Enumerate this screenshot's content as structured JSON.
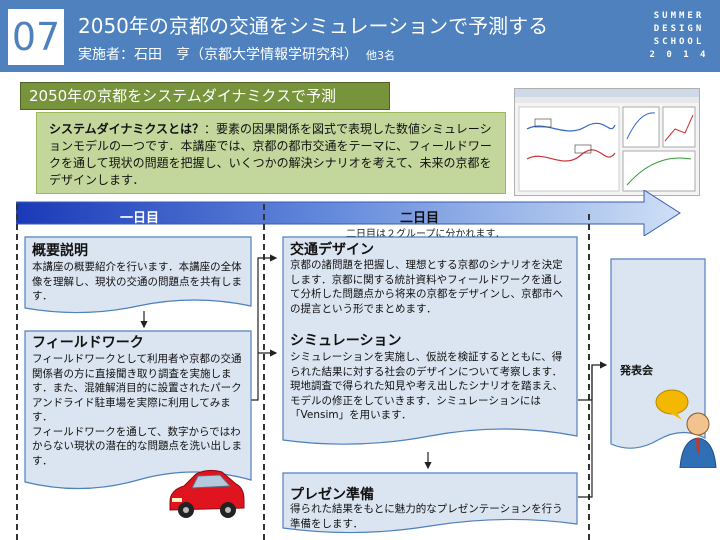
{
  "header": {
    "number": "07",
    "title": "2050年の京都の交通をシミュレーションで予測する",
    "implementer": "実施者：石田　亨（京都大学情報学研究科）",
    "implementer_extra": "他3名",
    "school_lines": [
      "SUMMER",
      "DESIGN",
      "SCHOOL",
      "2 0 1 4"
    ]
  },
  "overview": {
    "subtitle": "2050年の京都をシステムダイナミクスで予測",
    "desc_bold": "システムダイナミクスとは？",
    "desc_text": "：要素の因果関係を図式で表現した数値シミュレーションモデルの一つです．本講座では、京都の都市交通をテーマに、フィールドワークを通して現状の問題を把握し、いくつかの解決シナリオを考えて、未来の京都をデザインします．"
  },
  "days": {
    "day1": "一日目",
    "day2": "二日目",
    "day2_note": "二日目は２グループに分かれます．"
  },
  "boxes": {
    "overview_box": {
      "title": "概要説明",
      "body": "本講座の概要紹介を行います．本講座の全体像を理解し、現状の交通の問題点を共有します．"
    },
    "fieldwork": {
      "title": "フィールドワーク",
      "body": "フィールドワークとして利用者や京都の交通関係者の方に直接聞き取り調査を実施します．また、混雑解消目的に設置されたパークアンドライド駐車場を実際に利用してみます．\nフィールドワークを通して、数字からではわからない現状の潜在的な問題点を洗い出します．"
    },
    "design": {
      "title": "交通デザイン",
      "body": "京都の諸問題を把握し、理想とする京都のシナリオを決定します．京都に関する統計資料やフィールドワークを通して分析した問題点から将来の京都をデザインし、京都市への提言という形でまとめます．",
      "title2": "シミュレーション",
      "body2": "シミュレーションを実施し、仮説を検証するとともに、得られた結果に対する社会のデザインについて考察します．現地調査で得られた知見や考え出したシナリオを踏まえ、モデルの修正をしていきます．シミュレーションには「Vensim」を用います．"
    },
    "presentation_prep": {
      "title": "プレゼン準備",
      "body": "得られた結果をもとに魅力的なプレゼンテーションを行う準備をします．"
    },
    "presentation": {
      "title": "発表会"
    }
  },
  "colors": {
    "header_blue": "#4e81bd",
    "green_dark": "#77933c",
    "green_light": "#c3d69b",
    "doc_fill": "#dbe5f1",
    "doc_border": "#4e81bd",
    "car_red": "#e0141e"
  }
}
